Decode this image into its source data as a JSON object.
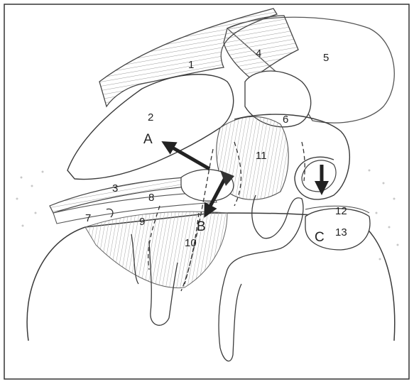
{
  "diagram": {
    "numbers": {
      "n1": "1",
      "n2": "2",
      "n3": "3",
      "n4": "4",
      "n5": "5",
      "n6": "6",
      "n7": "7",
      "n8": "8",
      "n9": "9",
      "n10": "10",
      "n11": "11",
      "n12": "12",
      "n13": "13"
    },
    "letters": {
      "a": "A",
      "b": "B",
      "c": "C"
    },
    "colors": {
      "ink": "#2a2a2a",
      "paper": "#ffffff",
      "frame": "#333333",
      "arrow": "#222222"
    }
  }
}
